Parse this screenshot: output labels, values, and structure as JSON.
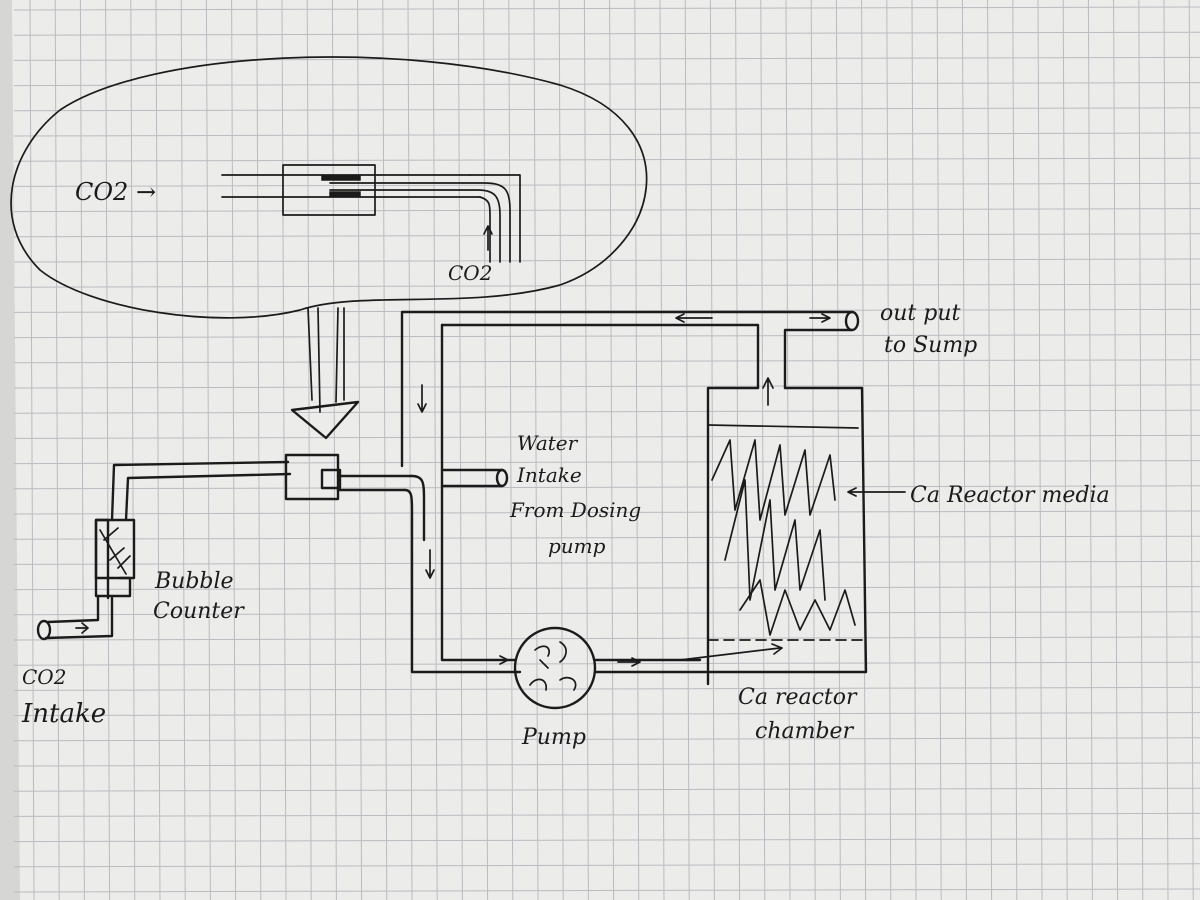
{
  "labels": {
    "co2_in": "CO2 →",
    "co2_out": "CO2",
    "output": "out put",
    "output_2": "to Sump",
    "water_intake_1": "Water",
    "water_intake_2": "Intake",
    "water_intake_3": "From Dosing",
    "water_intake_4": "pump",
    "media": "Ca Reactor media",
    "bubble_1": "Bubble",
    "bubble_2": "Counter",
    "co2_intake_1": "CO2",
    "co2_intake_2": "Intake",
    "pump": "Pump",
    "chamber_1": "Ca reactor",
    "chamber_2": "chamber"
  },
  "colors": {
    "ink": "#1b1b1b",
    "paper": "#ededeb",
    "grid": "#b9bcc0"
  }
}
